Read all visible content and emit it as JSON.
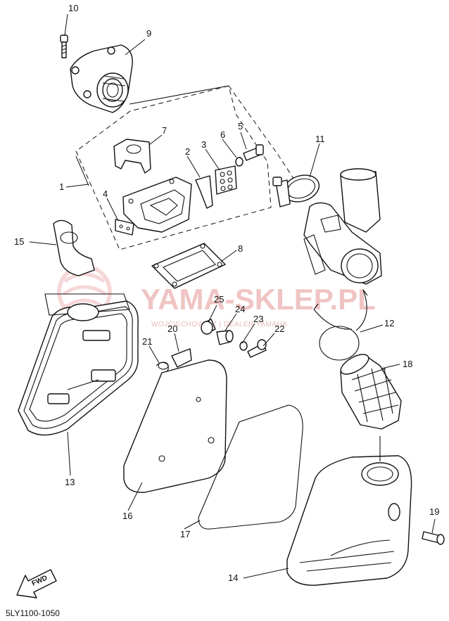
{
  "diagram": {
    "part_code": "5LY1100-1050",
    "direction_label": "FWD",
    "watermark": {
      "name": "YAMA-SKLEP.PL",
      "tagline": "WOJCIECHOWICZ | DEALER YAMAHA"
    },
    "callouts": [
      "1",
      "2",
      "3",
      "4",
      "5",
      "6",
      "7",
      "8",
      "9",
      "10",
      "11",
      "12",
      "13",
      "14",
      "15",
      "16",
      "17",
      "18",
      "19",
      "20",
      "21",
      "22",
      "23",
      "24",
      "25"
    ]
  }
}
